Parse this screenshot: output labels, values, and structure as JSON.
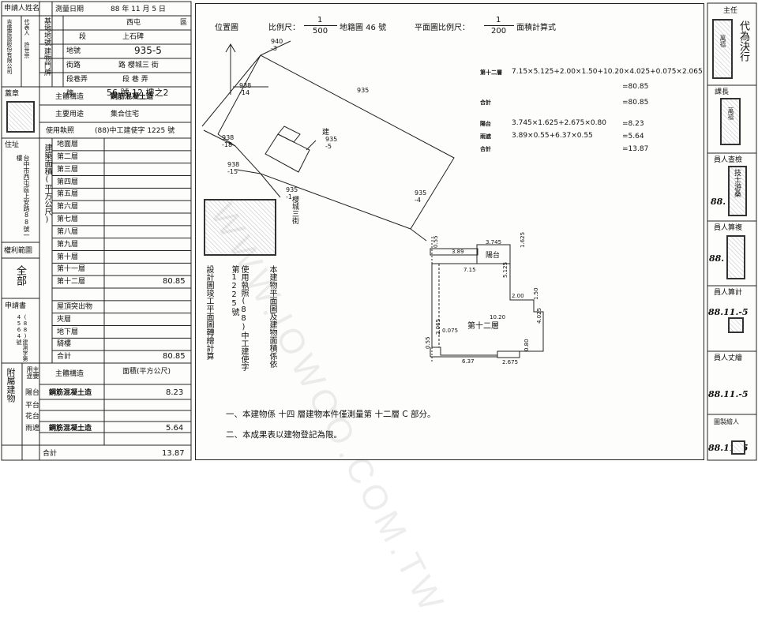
{
  "left_table": {
    "applicant_label": "申請人姓名",
    "applicant_name": "吉盛建設股份有限公司",
    "applicant_rep": "代表人 許世宗",
    "survey_date_label": "測量日期",
    "survey_date": "88 年 11 月 5 日",
    "base_label": "基地地號",
    "district_label": "區",
    "district": "西屯",
    "section_label": "段",
    "section": "上石碑",
    "lot_label": "地號",
    "lot": "935-5",
    "building_label": "建物門牌",
    "street_label": "街路",
    "street": "路 櫻城三 街",
    "lane_label": "段巷弄",
    "lane": "段 巷 弄",
    "number_label": "牌",
    "number": "56 號 12 樓之2",
    "seal_label": "蓋章",
    "structure_label": "主體構造",
    "structure": "鋼筋混凝土造",
    "use_label": "主要用途",
    "use": "集合住宅",
    "permit_label": "使用執照",
    "permit": "(88)中工建使字 1225 號",
    "address_label": "住址",
    "address": "台中市西屯區上安路88號一樓",
    "rights_label": "權利範圍",
    "rights": "全部",
    "area_group_label": "建築面積(平方公尺)",
    "floors": [
      {
        "name": "地面層",
        "value": ""
      },
      {
        "name": "第二層",
        "value": ""
      },
      {
        "name": "第三層",
        "value": ""
      },
      {
        "name": "第四層",
        "value": ""
      },
      {
        "name": "第五層",
        "value": ""
      },
      {
        "name": "第六層",
        "value": ""
      },
      {
        "name": "第七層",
        "value": ""
      },
      {
        "name": "第八層",
        "value": ""
      },
      {
        "name": "第九層",
        "value": ""
      },
      {
        "name": "第十層",
        "value": ""
      },
      {
        "name": "第十一層",
        "value": ""
      },
      {
        "name": "第十二層",
        "value": "80.85"
      },
      {
        "name": "",
        "value": ""
      },
      {
        "name": "屋頂突出物",
        "value": ""
      },
      {
        "name": "夾層",
        "value": ""
      },
      {
        "name": "地下層",
        "value": ""
      },
      {
        "name": "騎樓",
        "value": ""
      },
      {
        "name": "合計",
        "value": "80.85"
      }
    ],
    "application_label": "申請書",
    "application_no": "(88)建測字第4564號",
    "attached_label": "附屬建物",
    "attached_use_label": "主要用途",
    "attached_structure_label": "主體構造",
    "attached_area_label": "面積(平方公尺)",
    "attached": [
      {
        "use": "陽台",
        "structure": "鋼筋混凝土造",
        "area": "8.23"
      },
      {
        "use": "平台",
        "structure": "",
        "area": ""
      },
      {
        "use": "花台",
        "structure": "",
        "area": ""
      },
      {
        "use": "雨遮",
        "structure": "鋼筋混凝土造",
        "area": "5.64"
      }
    ],
    "attached_total_label": "合計",
    "attached_total": "13.87"
  },
  "drawing": {
    "location_map_label": "位置圖",
    "scale_label": "比例尺：",
    "location_scale_num": "1",
    "location_scale_den": "500",
    "cadastral_label": "地籍圖 46 號",
    "plan_label": "平面圖比例尺：",
    "plan_scale_num": "1",
    "plan_scale_den": "200",
    "area_calc_label": "面積計算式",
    "lots": [
      "940-3",
      "935",
      "938-14",
      "938-18",
      "938-15",
      "935-5",
      "935-1",
      "935-4"
    ],
    "lot_building_label": "建",
    "street_name": "櫻城三街",
    "calc_rows": [
      {
        "label": "第十二層",
        "formula": "7.15×5.125+2.00×1.50+10.20×4.025+0.075×2.065",
        "result": "=80.85"
      },
      {
        "label": "合計",
        "formula": "",
        "result": "=80.85"
      },
      {
        "label": "陽台",
        "formula": "3.745×1.625+2.675×0.80",
        "result": "=8.23"
      },
      {
        "label": "雨遮",
        "formula": "3.89×0.55+6.37×0.55",
        "result": "=5.64"
      },
      {
        "label": "合計",
        "formula": "",
        "result": "=13.87"
      }
    ],
    "plan_dims": [
      "3.745",
      "3.89",
      "1.625",
      "0.55",
      "7.15",
      "5.125",
      "2.00",
      "1.50",
      "10.20",
      "0.075",
      "2.065",
      "4.025",
      "0.55",
      "6.37",
      "2.675",
      "0.80"
    ],
    "plan_balcony_label": "陽台",
    "plan_floor_label": "第十二層",
    "vertical_note_1": "本建物平面圖及建物面積係依",
    "vertical_note_2": "使用執照(88)中工建使字第1225號",
    "vertical_note_3": "設計圖竣工平面圖轉繪計算",
    "note_1": "一、本建物係 十四 層建物本件僅測量第 十二層 C 部分。",
    "note_2": "二、本成果表以建物登記為限。",
    "watermark": "WWW.IOWOO.COM.TW"
  },
  "right_column": {
    "director_label": "主任",
    "director_note": "代為決行",
    "director_name": "萬禧",
    "section_chief_label": "課長",
    "section_chief_name": "萬禧",
    "checker_label": "員人查檢",
    "checker_name": "技士游桑",
    "checker_date": "88.",
    "calc_review_label": "員人算複",
    "calc_review_date": "88.",
    "calc_label": "員人算計",
    "calc_date": "88.11.-5",
    "surveyor_label": "員人丈繪",
    "surveyor_date": "88.11.-5",
    "drafter_label": "圖製繪人",
    "drafter_date": "88.11.-5"
  },
  "colors": {
    "ink": "#111111",
    "paper": "#fdfdfb",
    "stamp": "#333333"
  }
}
